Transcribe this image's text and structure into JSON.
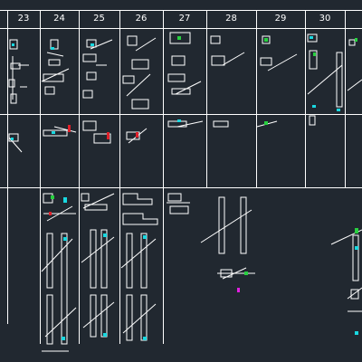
{
  "app": {
    "title": "",
    "background": "#212830"
  },
  "drawing": {
    "columns": [
      {
        "label": "23"
      },
      {
        "label": "24"
      },
      {
        "label": "25"
      },
      {
        "label": "26"
      },
      {
        "label": "27"
      },
      {
        "label": "28"
      },
      {
        "label": "29"
      },
      {
        "label": "30"
      },
      {
        "label": ""
      }
    ],
    "colors": {
      "line": "#ffffff",
      "accent_cyan": "#19d8e0",
      "accent_green": "#28d040",
      "accent_red": "#e0202a",
      "accent_magenta": "#e020e0"
    }
  }
}
